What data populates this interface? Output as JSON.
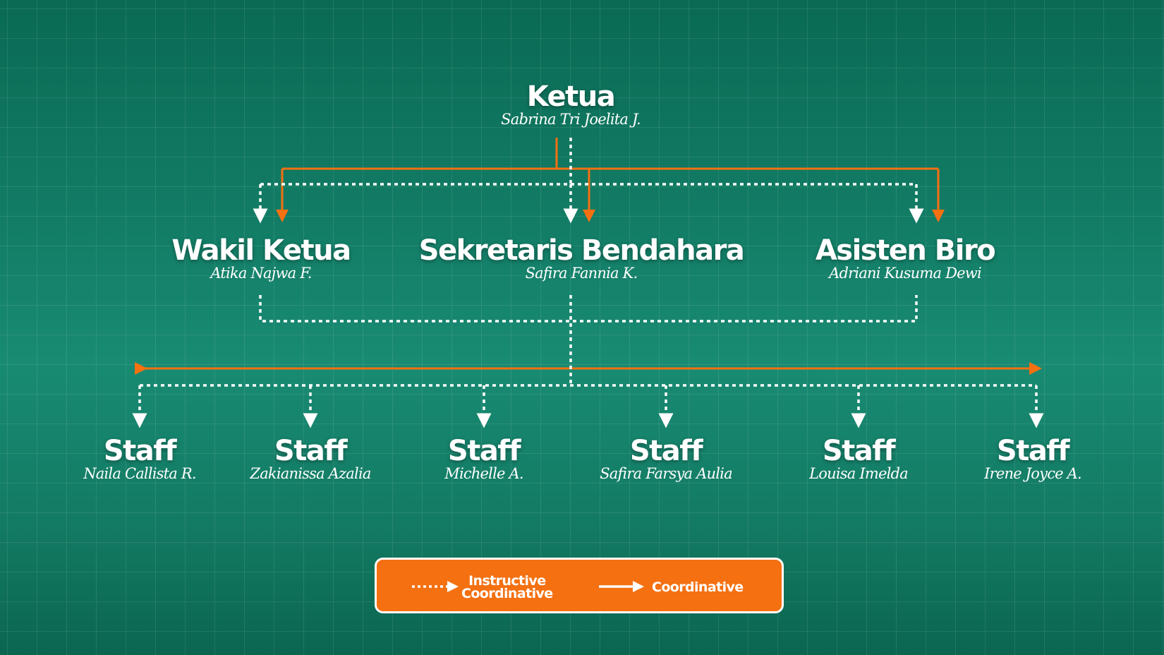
{
  "colors": {
    "coordinative": "#f47011",
    "instructive": "#ffffff",
    "background": "#137d66"
  },
  "ketua": {
    "title": "Ketua",
    "name": "Sabrina Tri Joelita J."
  },
  "level2": [
    {
      "title": "Wakil Ketua",
      "name": "Atika Najwa F."
    },
    {
      "title": "Sekretaris Bendahara",
      "name": "Safira Fannia K."
    },
    {
      "title": "Asisten Biro",
      "name": "Adriani Kusuma Dewi"
    }
  ],
  "staff": [
    {
      "title": "Staff",
      "name": "Naila Callista R."
    },
    {
      "title": "Staff",
      "name": "Zakianissa Azalia"
    },
    {
      "title": "Staff",
      "name": "Michelle A."
    },
    {
      "title": "Staff",
      "name": "Safira Farsya Aulia"
    },
    {
      "title": "Staff",
      "name": "Louisa Imelda"
    },
    {
      "title": "Staff",
      "name": "Irene Joyce A."
    }
  ],
  "legend": {
    "instructive_line1": "Instructive",
    "instructive_line2": "Coordinative",
    "coordinative": "Coordinative"
  }
}
